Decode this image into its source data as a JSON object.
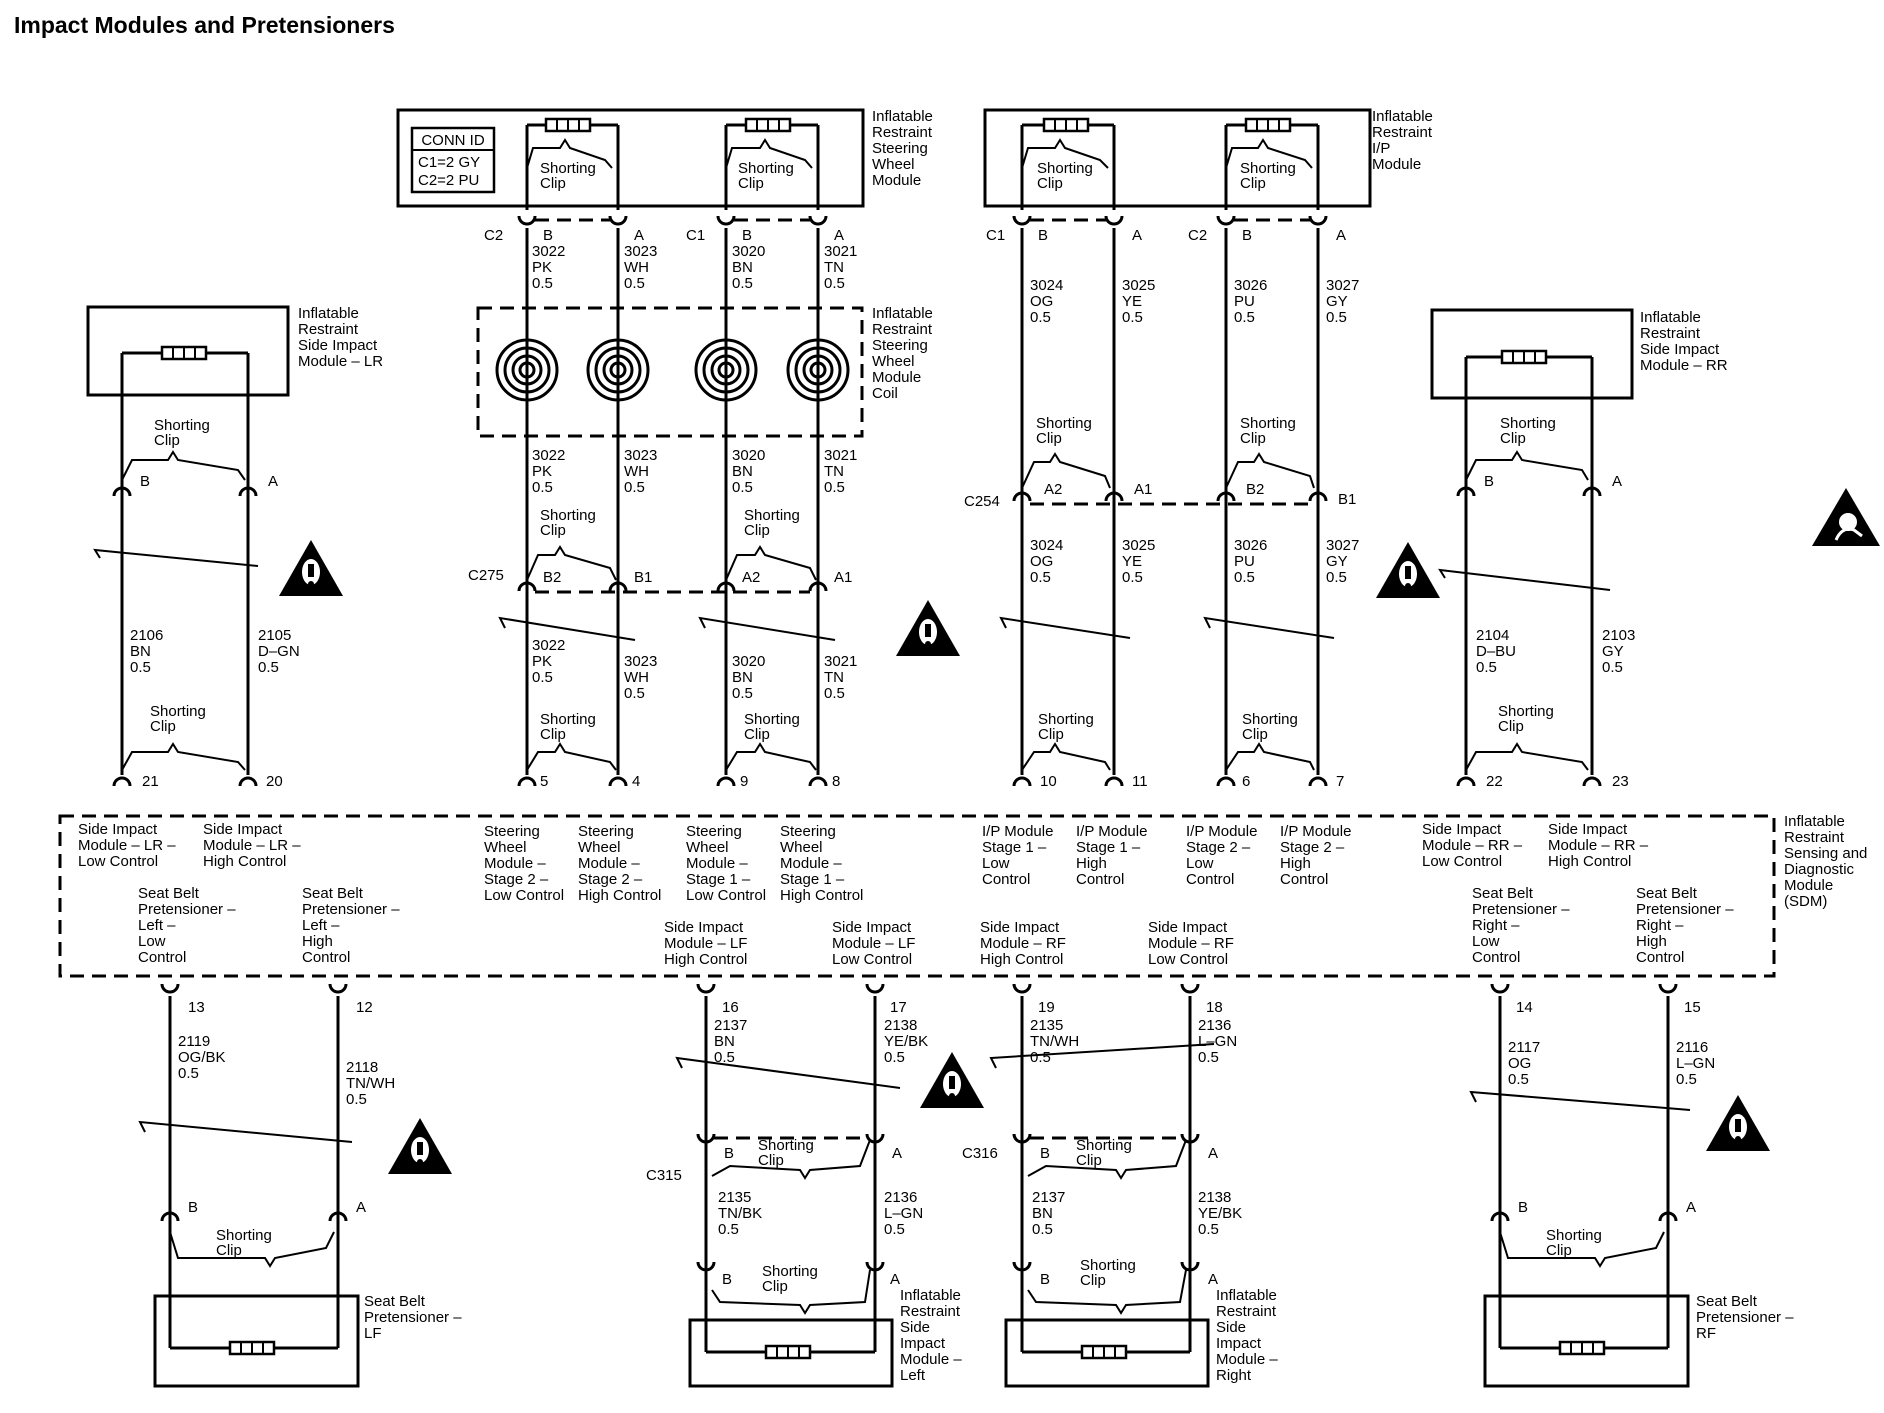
{
  "title": "Impact Modules and Pretensioners",
  "conn_id": {
    "header": "CONN ID",
    "line1": "C1=2 GY",
    "line2": "C2=2 PU"
  },
  "shorting_clip": "Shorting Clip",
  "components": {
    "steering_wheel_module": "Inflatable Restraint Steering Wheel Module",
    "ip_module": "Inflatable Restraint I/P Module",
    "side_impact_lr": "Inflatable Restraint Side Impact Module – LR",
    "side_impact_rr": "Inflatable Restraint Side Impact Module – RR",
    "coil": "Inflatable Restraint Steering Wheel Module Coil",
    "sdm": "Inflatable Restraint Sensing and Diagnostic Module (SDM)",
    "pretensioner_lf": "Seat Belt Pretensioner – LF",
    "pretensioner_rf": "Seat Belt Pretensioner – RF",
    "side_impact_left": "Inflatable Restraint Side Impact Module – Left",
    "side_impact_right": "Inflatable Restraint Side Impact Module – Right"
  },
  "connectors": {
    "C1": "C1",
    "C2": "C2",
    "C254": "C254",
    "C275": "C275",
    "C315": "C315",
    "C316": "C316"
  },
  "pins": {
    "A": "A",
    "B": "B",
    "A1": "A1",
    "A2": "A2",
    "B1": "B1",
    "B2": "B2",
    "p4": "4",
    "p5": "5",
    "p6": "6",
    "p7": "7",
    "p8": "8",
    "p9": "9",
    "p10": "10",
    "p11": "11",
    "p12": "12",
    "p13": "13",
    "p14": "14",
    "p15": "15",
    "p16": "16",
    "p17": "17",
    "p18": "18",
    "p19": "19",
    "p20": "20",
    "p21": "21",
    "p22": "22",
    "p23": "23"
  },
  "wires": {
    "w3022": "3022 PK 0.5",
    "w3023": "3023 WH 0.5",
    "w3020": "3020 BN 0.5",
    "w3021": "3021 TN 0.5",
    "w3024": "3024 OG 0.5",
    "w3025": "3025 YE 0.5",
    "w3026": "3026 PU 0.5",
    "w3027": "3027 GY 0.5",
    "w2106": "2106 BN 0.5",
    "w2105": "2105 D–GN 0.5",
    "w2104": "2104 D–BU 0.5",
    "w2103": "2103 GY 0.5",
    "w2119": "2119 OG/BK 0.5",
    "w2118": "2118 TN/WH 0.5",
    "w2117": "2117 OG 0.5",
    "w2116": "2116 L–GN 0.5",
    "w2137": "2137 BN 0.5",
    "w2138": "2138 YE/BK 0.5",
    "w2135": "2135 TN/WH 0.5",
    "w2136": "2136 L–GN 0.5",
    "w2135b": "2135 TN/BK 0.5",
    "w2137b": "2137 BN 0.5",
    "w2138b": "2138 YE/BK 0.5"
  },
  "sdm_circuits": {
    "sil_lr_low": "Side Impact Module – LR – Low Control",
    "sil_lr_high": "Side Impact Module – LR – High Control",
    "sw_s2_low": "Steering Wheel Module – Stage 2 – Low Control",
    "sw_s2_high": "Steering Wheel Module – Stage 2 – High Control",
    "sw_s1_low": "Steering Wheel Module – Stage 1 – Low Control",
    "sw_s1_high": "Steering Wheel Module – Stage 1 – High Control",
    "ip_s1_low": "I/P Module Stage 1 – Low Control",
    "ip_s1_high": "I/P Module Stage 1 – High Control",
    "ip_s2_low": "I/P Module Stage 2 – Low Control",
    "ip_s2_high": "I/P Module Stage 2 – High Control",
    "sir_rr_low": "Side Impact Module – RR – Low Control",
    "sir_rr_high": "Side Impact Module – RR – High Control",
    "sbp_l_low": "Seat Belt Pretensioner – Left – Low Control",
    "sbp_l_high": "Seat Belt Pretensioner – Left – High Control",
    "sim_lf_high": "Side Impact Module – LF High Control",
    "sim_lf_low": "Side Impact Module – LF Low Control",
    "sim_rf_high": "Side Impact Module – RF High Control",
    "sim_rf_low": "Side Impact Module – RF Low Control",
    "sbp_r_low": "Seat Belt Pretensioner – Right – Low Control",
    "sbp_r_high": "Seat Belt Pretensioner – Right – High Control"
  }
}
